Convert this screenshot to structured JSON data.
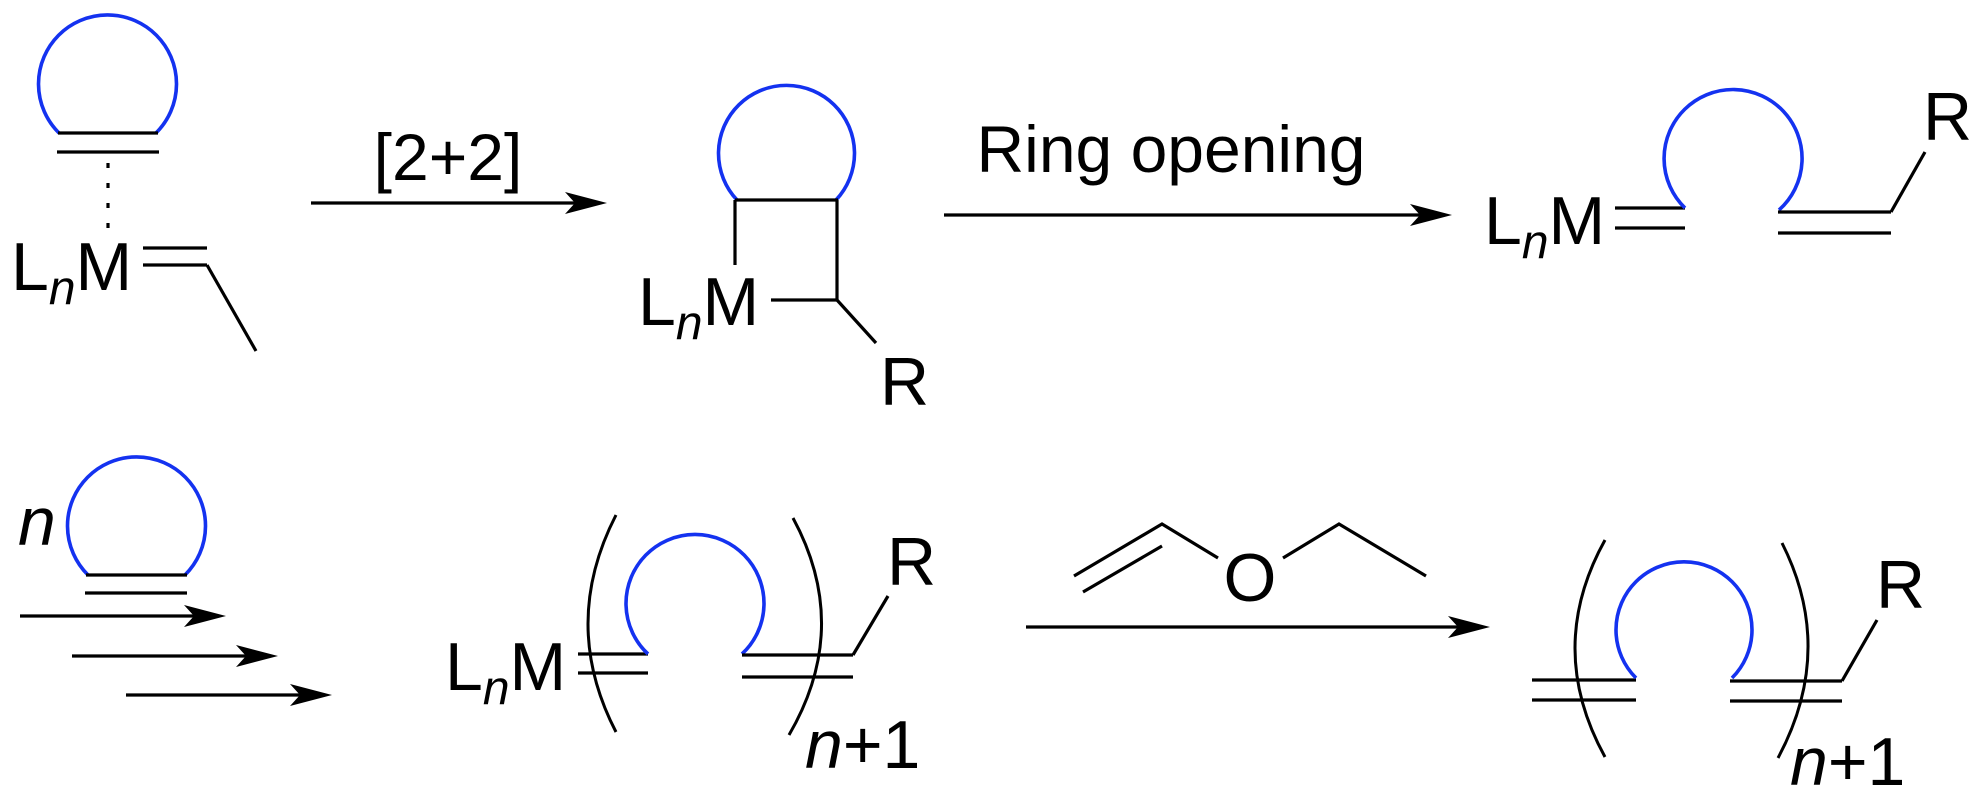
{
  "scheme": {
    "title": "Ring-opening metathesis polymerization mechanism",
    "colors": {
      "ring": "#1432f0",
      "bond": "#000000"
    },
    "step1": {
      "reactant": {
        "metal": "L",
        "metal_sub": "n",
        "metal_atom": "M"
      },
      "arrow_label": "[2+2]",
      "intermediate": {
        "metal": "L",
        "metal_sub": "n",
        "metal_atom": "M",
        "substituent": "R"
      }
    },
    "step2": {
      "arrow_label": "Ring opening",
      "product": {
        "metal": "L",
        "metal_sub": "n",
        "metal_atom": "M",
        "substituent": "R"
      }
    },
    "step3": {
      "monomer_count": "n",
      "polymer": {
        "metal": "L",
        "metal_sub": "n",
        "metal_atom": "M",
        "substituent": "R",
        "repeat": "n",
        "repeat_suffix": "+1"
      }
    },
    "step4": {
      "reagent_atom": "O",
      "final_polymer": {
        "substituent": "R",
        "repeat": "n",
        "repeat_suffix": "+1"
      }
    }
  }
}
